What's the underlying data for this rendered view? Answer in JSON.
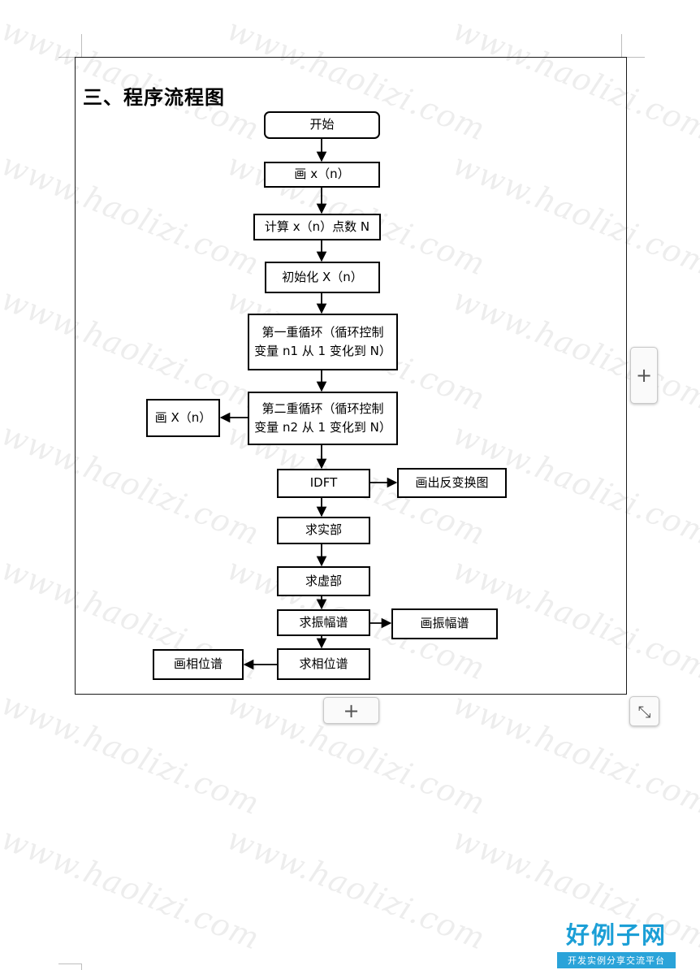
{
  "heading": "三、程序流程图",
  "flowchart": {
    "nodes": {
      "start": "开始",
      "plot_x": "画 x（n）",
      "count": "计算 x（n）点数 N",
      "init": "初始化 X（n）",
      "loop1_line1": "第一重循环（循环控制",
      "loop1_line2": "变量 n1 从 1 变化到 N）",
      "loop2_line1": "第二重循环（循环控制",
      "loop2_line2": "变量 n2 从 1 变化到 N）",
      "plot_X": "画 X（n）",
      "idft": "IDFT",
      "plot_inverse": "画出反变换图",
      "real": "求实部",
      "imag": "求虚部",
      "magnitude": "求振幅谱",
      "plot_magnitude": "画振幅谱",
      "phase": "求相位谱",
      "plot_phase": "画相位谱"
    }
  },
  "controls": {
    "add_right": "+",
    "add_bottom": "+",
    "expand": "⤡"
  },
  "watermark": "www.haolizi.com",
  "logo": {
    "title": "好例子网",
    "subtitle": "开发实例分享交流平台"
  }
}
